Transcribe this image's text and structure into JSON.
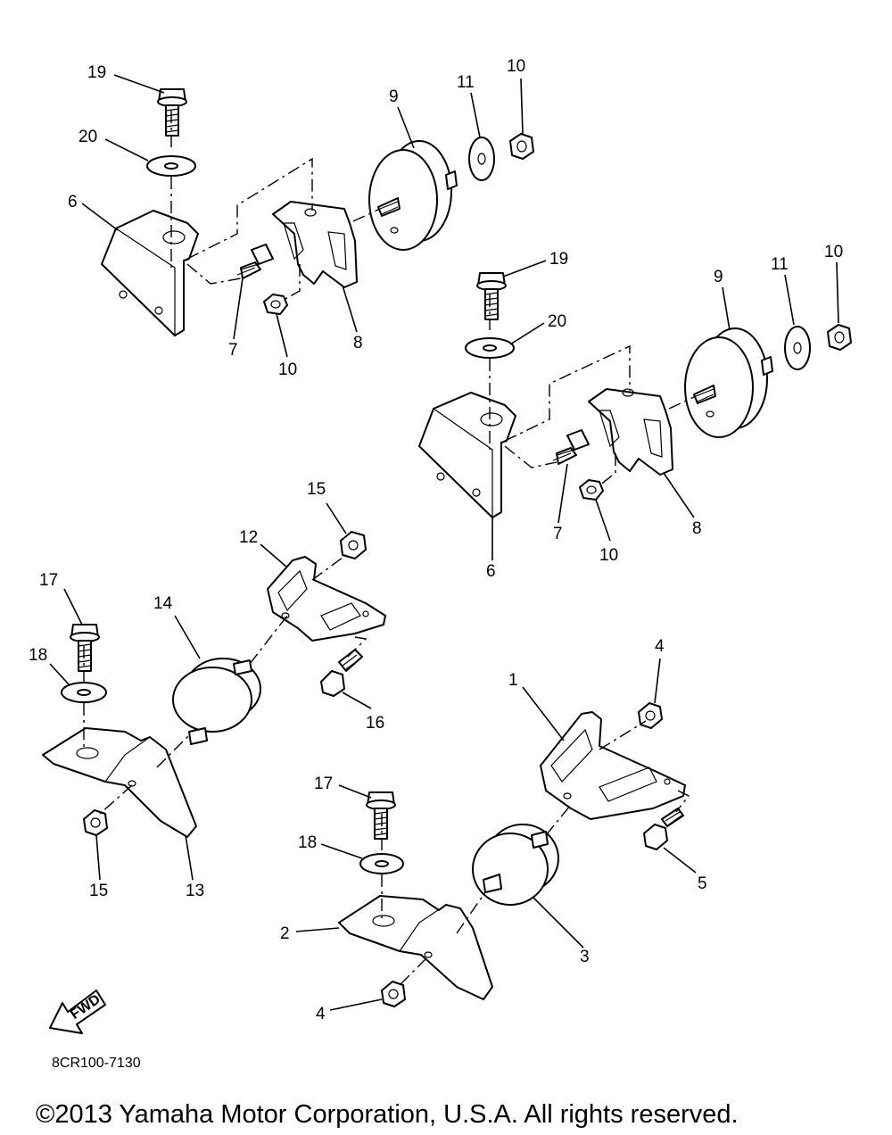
{
  "diagram": {
    "callouts": {
      "tl_19": "19",
      "tl_20": "20",
      "tl_6": "6",
      "tl_7": "7",
      "tl_10a": "10",
      "tl_8": "8",
      "tl_9": "9",
      "tl_11": "11",
      "tl_10b": "10",
      "tr_19": "19",
      "tr_20": "20",
      "tr_9": "9",
      "tr_11": "11",
      "tr_10a": "10",
      "tr_7": "7",
      "tr_10b": "10",
      "tr_8": "8",
      "tr_6": "6",
      "ml_15a": "15",
      "ml_12": "12",
      "ml_17": "17",
      "ml_14": "14",
      "ml_18": "18",
      "ml_16": "16",
      "ml_15b": "15",
      "ml_13": "13",
      "br_4a": "4",
      "br_1": "1",
      "br_17": "17",
      "br_18": "18",
      "br_5": "5",
      "br_2": "2",
      "br_3": "3",
      "br_4b": "4"
    },
    "fwd_label": "FWD",
    "drawing_code": "8CR100-7130",
    "copyright": "©2013 Yamaha Motor Corporation, U.S.A. All rights reserved."
  }
}
